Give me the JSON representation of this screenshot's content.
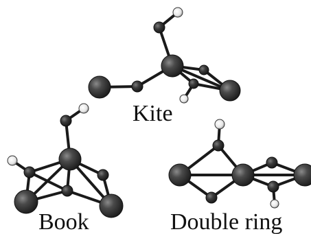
{
  "labels": {
    "kite": "Kite",
    "book": "Book",
    "double_ring": "Double ring"
  },
  "colors": {
    "bond": "#1a1a1a",
    "atom_dark": "#2b2b2b",
    "atom_light": "#efefef",
    "background": "#ffffff"
  }
}
